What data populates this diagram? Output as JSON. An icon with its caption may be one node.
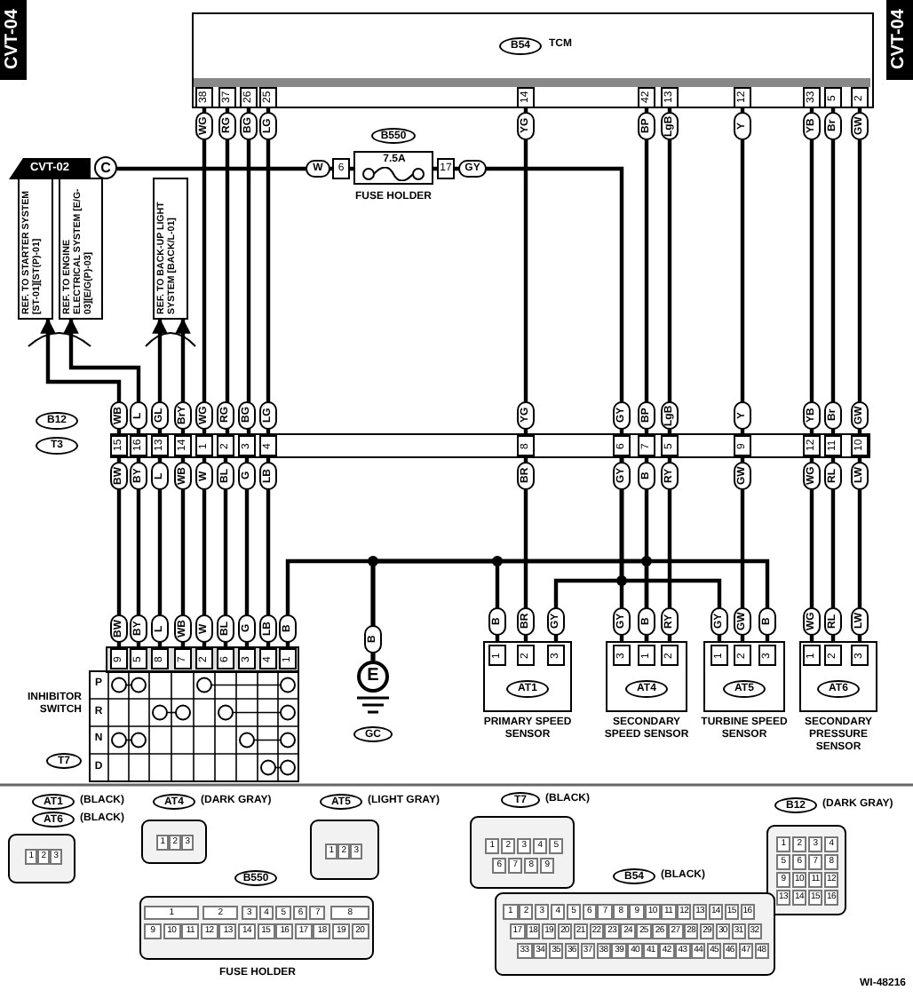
{
  "diagram": {
    "nodes": [
      {
        "text": [
          "B54",
          "TCM"
        ]
      },
      {
        "text": [
          "CVT-02",
          "C"
        ]
      },
      {
        "text": [
          "B550",
          "7.5A",
          "FUSE HOLDER"
        ]
      },
      {
        "text": [
          "REF. TO STARTER SYSTEM [ST-01][ST(P)-01]"
        ]
      },
      {
        "text": [
          "REF. TO ENGINE ELECTRICAL SYSTEM [E/G-03][E/G(P)-03]"
        ]
      },
      {
        "text": [
          "REF. TO BACK-UP LIGHT SYSTEM [BACK/L-01]"
        ]
      },
      {
        "text": [
          "B12",
          "T3"
        ]
      },
      {
        "text": [
          "INHIBITOR SWITCH",
          "T7",
          "P",
          "R",
          "N",
          "D"
        ]
      },
      {
        "text": [
          "E",
          "GC"
        ]
      },
      {
        "text": [
          "AT1",
          "PRIMARY SPEED SENSOR"
        ]
      },
      {
        "text": [
          "AT4",
          "SECONDARY SPEED SENSOR"
        ]
      },
      {
        "text": [
          "AT5",
          "TURBINE SPEED SENSOR"
        ]
      },
      {
        "text": [
          "AT6",
          "SECONDARY PRESSURE SENSOR"
        ]
      }
    ],
    "edges": [
      {
        "from": 0,
        "to": 6,
        "arrow": "none"
      },
      {
        "from": 0,
        "to": 6,
        "arrow": "none"
      },
      {
        "from": 0,
        "to": 6,
        "arrow": "none"
      },
      {
        "from": 0,
        "to": 6,
        "arrow": "none"
      },
      {
        "from": 0,
        "to": 6,
        "arrow": "none"
      },
      {
        "from": 0,
        "to": 6,
        "arrow": "none"
      },
      {
        "from": 0,
        "to": 6,
        "arrow": "none"
      },
      {
        "from": 0,
        "to": 6,
        "arrow": "none"
      },
      {
        "from": 0,
        "to": 6,
        "arrow": "none"
      },
      {
        "from": 0,
        "to": 6,
        "arrow": "none"
      },
      {
        "from": 0,
        "to": 6,
        "arrow": "none"
      },
      {
        "from": 1,
        "to": 2,
        "arrow": "none"
      },
      {
        "from": 2,
        "to": 6,
        "arrow": "none"
      },
      {
        "from": 6,
        "to": 3,
        "arrow": "to"
      },
      {
        "from": 6,
        "to": 4,
        "arrow": "to"
      },
      {
        "from": 6,
        "to": 5,
        "arrow": "to"
      },
      {
        "from": 6,
        "to": 5,
        "arrow": "to"
      },
      {
        "from": 6,
        "to": 7,
        "arrow": "none"
      },
      {
        "from": 6,
        "to": 7,
        "arrow": "none"
      },
      {
        "from": 6,
        "to": 7,
        "arrow": "none"
      },
      {
        "from": 6,
        "to": 7,
        "arrow": "none"
      },
      {
        "from": 6,
        "to": 7,
        "arrow": "none"
      },
      {
        "from": 6,
        "to": 7,
        "arrow": "none"
      },
      {
        "from": 6,
        "to": 7,
        "arrow": "none"
      },
      {
        "from": 6,
        "to": 7,
        "arrow": "none"
      },
      {
        "from": 7,
        "to": 8,
        "arrow": "none"
      },
      {
        "from": 8,
        "to": 9,
        "arrow": "none"
      },
      {
        "from": 8,
        "to": 10,
        "arrow": "none"
      },
      {
        "from": 8,
        "to": 11,
        "arrow": "none"
      },
      {
        "from": 10,
        "to": 6,
        "arrow": "none"
      },
      {
        "from": 6,
        "to": 9,
        "arrow": "none"
      },
      {
        "from": 6,
        "to": 10,
        "arrow": "none"
      },
      {
        "from": 6,
        "to": 11,
        "arrow": "none"
      },
      {
        "from": 6,
        "to": 9,
        "arrow": "none"
      },
      {
        "from": 6,
        "to": 10,
        "arrow": "none"
      },
      {
        "from": 6,
        "to": 11,
        "arrow": "none"
      },
      {
        "from": 6,
        "to": 12,
        "arrow": "none"
      },
      {
        "from": 6,
        "to": 12,
        "arrow": "none"
      },
      {
        "from": 6,
        "to": 12,
        "arrow": "none"
      }
    ],
    "labels": [
      "CVT-04",
      "CVT-04",
      "38",
      "37",
      "26",
      "25",
      "14",
      "42",
      "13",
      "12",
      "33",
      "5",
      "2",
      "WG",
      "RG",
      "BG",
      "LG",
      "YG",
      "BP",
      "LgB",
      "Y",
      "YB",
      "Br",
      "GW",
      "W",
      "6",
      "17",
      "GY",
      "WB",
      "L",
      "GL",
      "BrY",
      "WG",
      "RG",
      "BG",
      "LG",
      "YG",
      "GY",
      "BP",
      "LgB",
      "Y",
      "YB",
      "Br",
      "GW",
      "15",
      "16",
      "13",
      "14",
      "1",
      "2",
      "3",
      "4",
      "8",
      "6",
      "7",
      "5",
      "9",
      "12",
      "11",
      "10",
      "BW",
      "BY",
      "L",
      "WB",
      "W",
      "BL",
      "G",
      "LB",
      "BR",
      "GY",
      "B",
      "RY",
      "GW",
      "WG",
      "RL",
      "LW",
      "BW",
      "BY",
      "L",
      "WB",
      "W",
      "BL",
      "G",
      "LB",
      "B",
      "9",
      "5",
      "8",
      "7",
      "2",
      "6",
      "3",
      "4",
      "1",
      "B",
      "B",
      "BR",
      "GY",
      "1",
      "2",
      "3",
      "GY",
      "B",
      "RY",
      "3",
      "1",
      "2",
      "GY",
      "GW",
      "B",
      "1",
      "2",
      "3",
      "WG",
      "RL",
      "LW",
      "1",
      "2",
      "3",
      "AT1",
      "(BLACK)",
      "AT6",
      "(BLACK)",
      "1",
      "2",
      "3",
      "AT4",
      "(DARK GRAY)",
      "1",
      "2",
      "3",
      "AT5",
      "(LIGHT GRAY)",
      "1",
      "2",
      "3",
      "B550",
      "1",
      "2",
      "3",
      "4",
      "5",
      "6",
      "7",
      "8",
      "9",
      "10",
      "11",
      "12",
      "13",
      "14",
      "15",
      "16",
      "17",
      "18",
      "19",
      "20",
      "FUSE HOLDER",
      "T7",
      "(BLACK)",
      "1",
      "2",
      "3",
      "4",
      "5",
      "6",
      "7",
      "8",
      "9",
      "B12",
      "(DARK GRAY)",
      "1",
      "2",
      "3",
      "4",
      "5",
      "6",
      "7",
      "8",
      "9",
      "10",
      "11",
      "12",
      "13",
      "14",
      "15",
      "16",
      "B54",
      "(BLACK)",
      "1",
      "2",
      "3",
      "4",
      "5",
      "6",
      "7",
      "8",
      "9",
      "10",
      "11",
      "12",
      "13",
      "14",
      "15",
      "16",
      "17",
      "18",
      "19",
      "20",
      "21",
      "22",
      "23",
      "24",
      "25",
      "26",
      "27",
      "28",
      "29",
      "30",
      "31",
      "32",
      "33",
      "34",
      "35",
      "36",
      "37",
      "38",
      "39",
      "40",
      "41",
      "42",
      "43",
      "44",
      "45",
      "46",
      "47",
      "48",
      "WI-48216"
    ]
  }
}
